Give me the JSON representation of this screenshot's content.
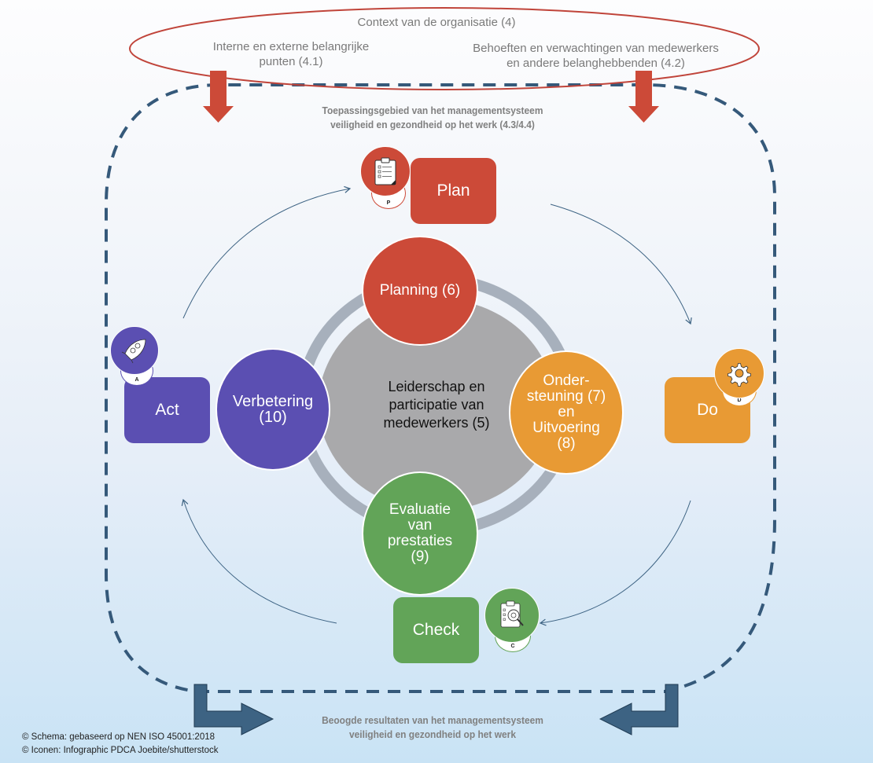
{
  "colors": {
    "context_ellipse": "#c0443a",
    "red": "#cc4a38",
    "purple": "#5b4fb2",
    "orange": "#e89a34",
    "green": "#62a458",
    "gray_center": "#a9a9ab",
    "gray_ring": "#a7b0bc",
    "dashed_boundary": "#35597a",
    "result_arrow": "#3d6383",
    "cycle_arrow": "#3d6383",
    "label_gray": "#7a7a7a"
  },
  "context": {
    "title": "Context van de organisatie (4)",
    "left_line1": "Interne en externe belangrijke",
    "left_line2": "punten (4.1)",
    "right_line1": "Behoeften en verwachtingen van medewerkers",
    "right_line2": "en andere belanghebbenden (4.2)"
  },
  "scope": {
    "line1": "Toepassingsgebied van het managementsysteem",
    "line2": "veiligheid en gezondheid op het werk (4.3/4.4)"
  },
  "pdca": {
    "plan": {
      "label": "Plan",
      "icon": "clipboard-checklist-icon",
      "tab": "P"
    },
    "do": {
      "label": "Do",
      "icon": "gear-icon",
      "tab": "D"
    },
    "check": {
      "label": "Check",
      "icon": "clipboard-search-icon",
      "tab": "C"
    },
    "act": {
      "label": "Act",
      "icon": "rocket-icon",
      "tab": "A"
    }
  },
  "clauses": {
    "center": {
      "line1": "Leiderschap en",
      "line2": "participatie van",
      "line3": "medewerkers (5)"
    },
    "planning": {
      "line1": "Planning (6)"
    },
    "support": {
      "line1": "Onder-",
      "line2": "steuning (7)",
      "line3": "en",
      "line4": "Uitvoering",
      "line5": "(8)"
    },
    "evaluation": {
      "line1": "Evaluatie",
      "line2": "van",
      "line3": "prestaties",
      "line4": "(9)"
    },
    "improvement": {
      "line1": "Verbetering",
      "line2": "(10)"
    }
  },
  "results": {
    "line1": "Beoogde resultaten van het managementsysteem",
    "line2": "veiligheid en gezondheid op het werk"
  },
  "credits": {
    "schema": "© Schema: gebaseerd op NEN ISO 45001:2018",
    "icons": "© Iconen: Infographic PDCA Joebite/shutterstock"
  }
}
